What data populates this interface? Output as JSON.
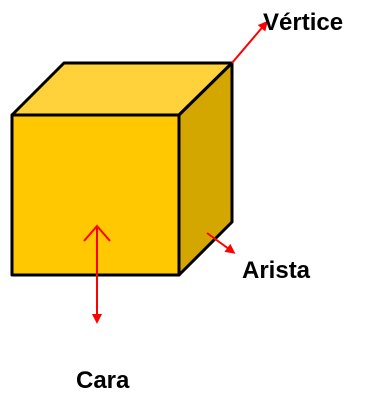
{
  "labels": {
    "vertex": "Vértice",
    "edge": "Arista",
    "face": "Cara"
  },
  "colors": {
    "front_face": "#FFC800",
    "top_face": "#FFD23C",
    "side_face": "#D4A600",
    "outline": "#000000",
    "arrow": "#FF0000"
  }
}
